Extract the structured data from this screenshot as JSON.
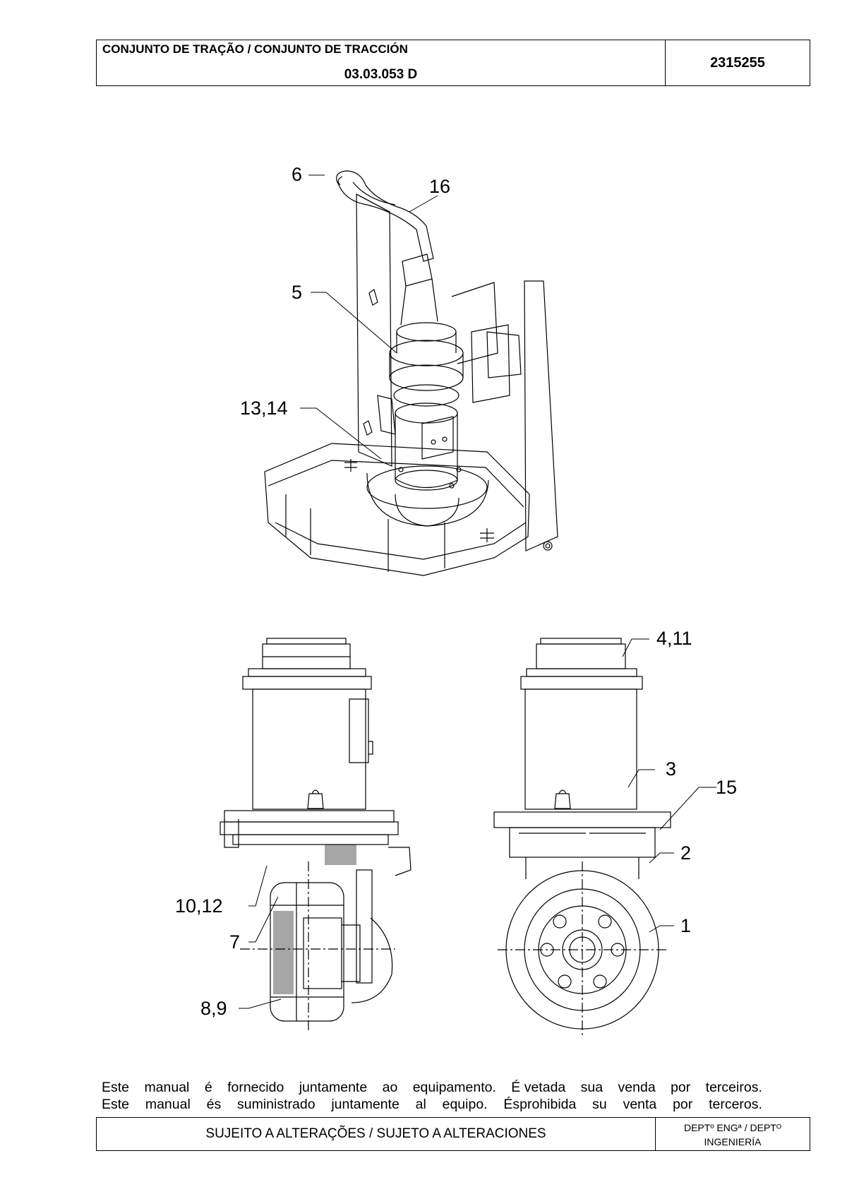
{
  "header": {
    "title": "CONJUNTO DE TRAÇÃO / CONJUNTO DE TRACCIÓN",
    "drawing_code": "03.03.053 D",
    "part_number": "2315255"
  },
  "callouts": {
    "c6": "6",
    "c16": "16",
    "c5": "5",
    "c13_14": "13,14",
    "c4_11": "4,11",
    "c3": "3",
    "c15": "15",
    "c2": "2",
    "c1": "1",
    "c10_12": "10,12",
    "c7": "7",
    "c8_9": "8,9"
  },
  "notice": {
    "line1": [
      "Este",
      "manual",
      "é",
      "fornecido",
      "juntamente",
      "ao",
      "equipamento.",
      "É vetada",
      "sua",
      "venda",
      "por",
      "terceiros."
    ],
    "line2": [
      "Este",
      "manual",
      "és",
      "suministrado",
      "juntamente",
      "al",
      "equipo.",
      "Ésprohibida",
      "su",
      "venta",
      "por",
      "terceros."
    ]
  },
  "footer": {
    "subject_to_change": "SUJEITO A ALTERAÇÕES / SUJETO A ALTERACIONES",
    "dept_line1": "DEPTº  ENGª / DEPTᴼ",
    "dept_line2": "INGENIERÍA"
  }
}
